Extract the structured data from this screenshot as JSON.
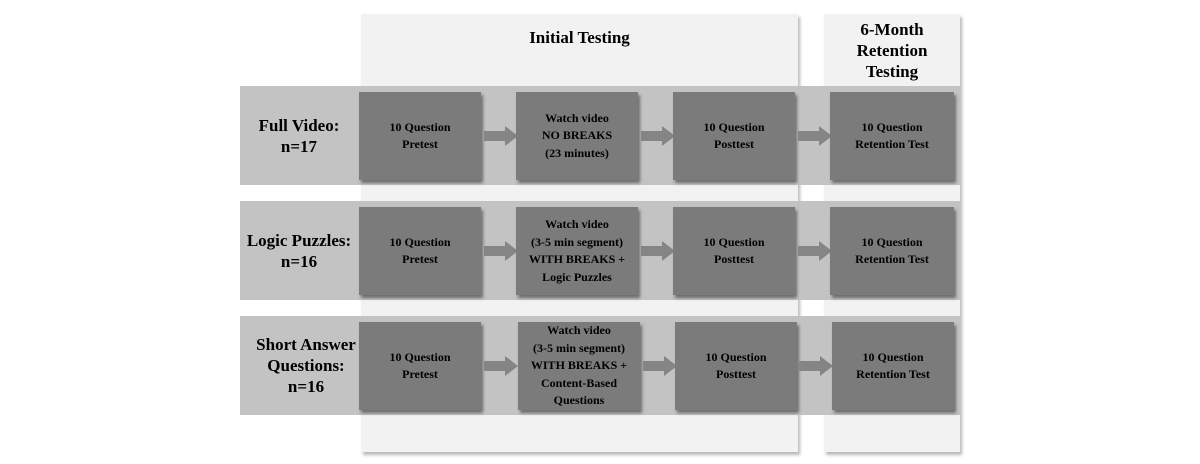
{
  "phases": {
    "initial": "Initial Testing",
    "retention": [
      "6-Month",
      "Retention",
      "Testing"
    ]
  },
  "groups": [
    {
      "label": [
        "Full Video:",
        "n=17"
      ],
      "steps": [
        [
          "10 Question",
          "Pretest"
        ],
        [
          "Watch video",
          "NO BREAKS",
          "(23 minutes)"
        ],
        [
          "10 Question",
          "Posttest"
        ],
        [
          "10 Question",
          "Retention Test"
        ]
      ]
    },
    {
      "label": [
        "Logic Puzzles:",
        "n=16"
      ],
      "steps": [
        [
          "10 Question",
          "Pretest"
        ],
        [
          "Watch video",
          "(3-5 min segment)",
          "WITH BREAKS +",
          "Logic Puzzles"
        ],
        [
          "10 Question",
          "Posttest"
        ],
        [
          "10 Question",
          "Retention Test"
        ]
      ]
    },
    {
      "label": [
        "Short Answer",
        "Questions:",
        "n=16"
      ],
      "steps": [
        [
          "10 Question",
          "Pretest"
        ],
        [
          "Watch video",
          "(3-5 min segment)",
          "WITH BREAKS +",
          "Content-Based",
          "Questions"
        ],
        [
          "10 Question",
          "Posttest"
        ],
        [
          "10 Question",
          "Retention Test"
        ]
      ]
    }
  ],
  "colors": {
    "phase_background": "#f2f2f2",
    "band": "#c3c3c3",
    "step_box": "#7b7b7b",
    "arrow": "#858585"
  },
  "icons": {
    "flow_arrow": "right-arrow-icon"
  }
}
